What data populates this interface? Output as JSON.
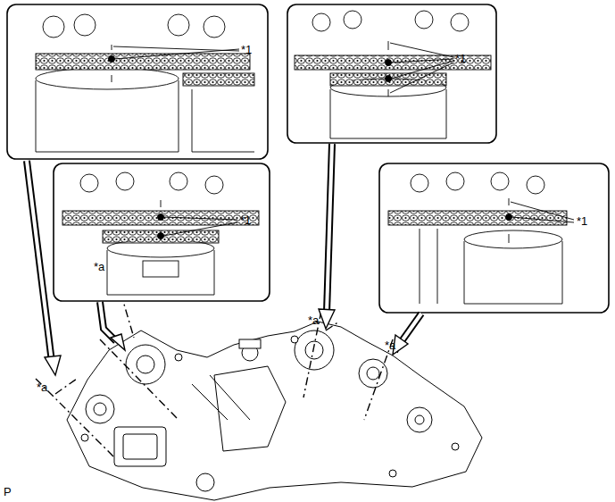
{
  "diagram": {
    "labels": [
      "*1",
      "*1",
      "*1",
      "*1",
      "*a",
      "*a",
      "*a",
      "*a",
      "P"
    ]
  }
}
